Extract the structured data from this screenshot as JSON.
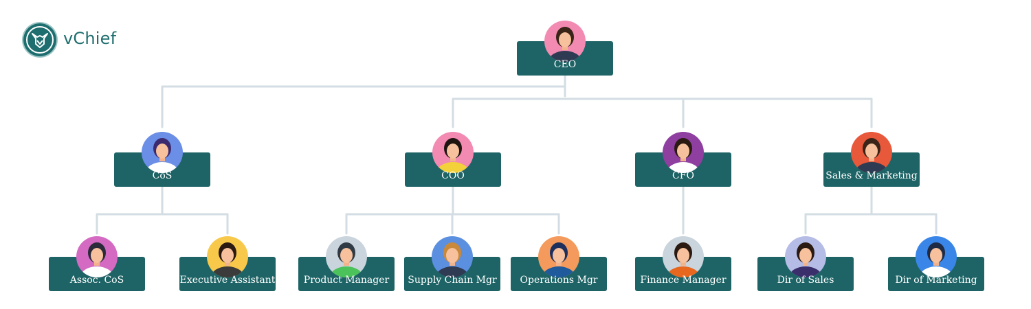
{
  "brand": {
    "name": "vChief",
    "color": "#1f6e6f"
  },
  "colors": {
    "box": "#1e6466",
    "connector": "#d3dde3",
    "label": "#ffffff"
  },
  "roles": [
    {
      "id": "ceo",
      "label": "CEO",
      "avatar_bg": "#f28ab2",
      "icon": "ceo-avatar-icon"
    },
    {
      "id": "cos",
      "label": "CoS",
      "avatar_bg": "#6b8ee6",
      "icon": "cos-avatar-icon"
    },
    {
      "id": "coo",
      "label": "COO",
      "avatar_bg": "#f28ab2",
      "icon": "coo-avatar-icon"
    },
    {
      "id": "cfo",
      "label": "CFO",
      "avatar_bg": "#8e3fa0",
      "icon": "cfo-avatar-icon"
    },
    {
      "id": "sales_marketing",
      "label": "Sales & Marketing",
      "avatar_bg": "#e8583a",
      "icon": "sales-marketing-avatar-icon"
    },
    {
      "id": "assoc_cos",
      "label": "Assoc. CoS",
      "avatar_bg": "#d46ac2",
      "icon": "assoc-cos-avatar-icon"
    },
    {
      "id": "executive_assistant",
      "label": "Executive Assistant",
      "avatar_bg": "#f7c84a",
      "icon": "executive-assistant-avatar-icon"
    },
    {
      "id": "product_manager",
      "label": "Product Manager",
      "avatar_bg": "#c9d4dc",
      "icon": "product-manager-avatar-icon"
    },
    {
      "id": "supply_chain_mgr",
      "label": "Supply Chain Mgr",
      "avatar_bg": "#5b8fe0",
      "icon": "supply-chain-mgr-avatar-icon"
    },
    {
      "id": "operations_mgr",
      "label": "Operations Mgr",
      "avatar_bg": "#f39a5c",
      "icon": "operations-mgr-avatar-icon"
    },
    {
      "id": "finance_manager",
      "label": "Finance Manager",
      "avatar_bg": "#c9d4dc",
      "icon": "finance-manager-avatar-icon"
    },
    {
      "id": "dir_of_sales",
      "label": "Dir of Sales",
      "avatar_bg": "#b5bce6",
      "icon": "dir-of-sales-avatar-icon"
    },
    {
      "id": "dir_of_marketing",
      "label": "Dir of Marketing",
      "avatar_bg": "#3a86e8",
      "icon": "dir-of-marketing-avatar-icon"
    }
  ],
  "reports_to": {
    "cos": "ceo",
    "coo": "ceo",
    "cfo": "ceo",
    "sales_marketing": "ceo",
    "assoc_cos": "cos",
    "executive_assistant": "cos",
    "product_manager": "coo",
    "supply_chain_mgr": "coo",
    "operations_mgr": "coo",
    "finance_manager": "cfo",
    "dir_of_sales": "sales_marketing",
    "dir_of_marketing": "sales_marketing"
  }
}
